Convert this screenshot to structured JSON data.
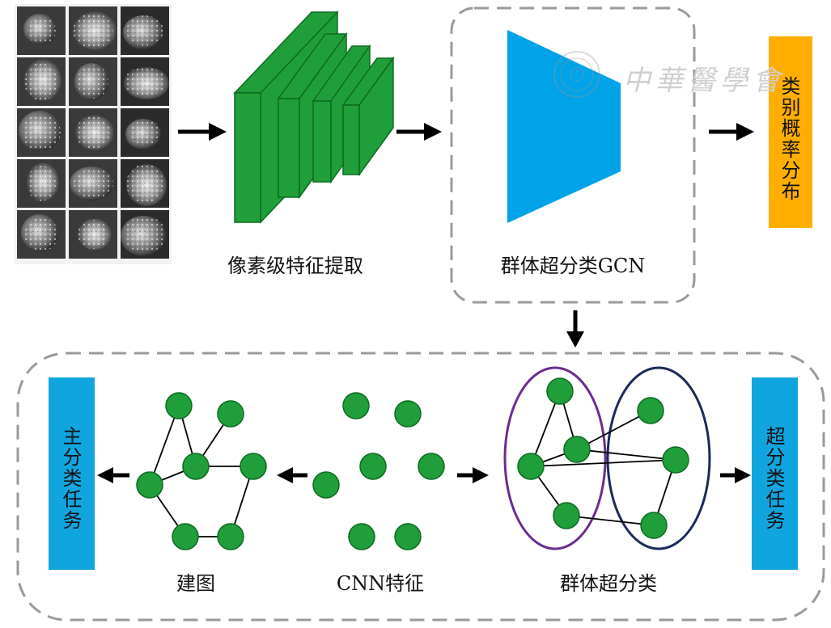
{
  "colors": {
    "green": "#1f9e3a",
    "green_dark": "#0d6b22",
    "gcn_blue": "#00a2e8",
    "output_orange": "#ffae00",
    "task_blue": "#11a5e0",
    "ellipse_purple": "#6a2c91",
    "ellipse_navy": "#1a2a5a",
    "dashed_border": "#9a9a9a"
  },
  "top": {
    "cnn_label": "像素级特征提取",
    "gcn_label": "群体超分类GCN",
    "output_label": "类别概率分布",
    "watermark": "中華醫學會"
  },
  "bottom": {
    "build_graph_label": "建图",
    "cnn_features_label": "CNN特征",
    "group_super_label": "群体超分类",
    "main_task_label": "主分类任务",
    "super_task_label": "超分类任务"
  },
  "icons": {
    "arrow": "arrow-icon",
    "cell_image": "cell-image-icon"
  }
}
